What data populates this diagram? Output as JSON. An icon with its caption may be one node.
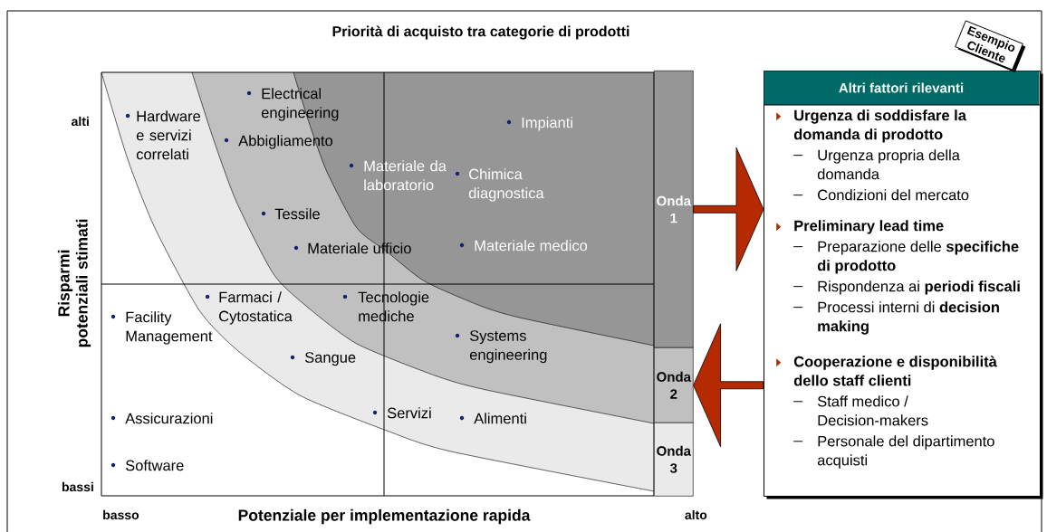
{
  "diagram": {
    "title": "Priorità di acquisto tra categorie di prodotti",
    "nodes": [
      {
        "text": [
          "Onda 1"
        ]
      },
      {
        "text": [
          "Onda 2"
        ]
      },
      {
        "text": [
          "Onda 3"
        ]
      },
      {
        "text": [
          "Altri fattori rilevanti"
        ]
      },
      {
        "text": [
          "Urgenza di soddisfare la domanda di prodotto",
          "Urgenza propria della domanda",
          "Condizioni del mercato"
        ],
        "in": 3
      },
      {
        "text": [
          "Preliminary lead time",
          "Preparazione delle **specifiche di prodotto**",
          "Rispondenza ai **periodi fiscali**",
          "Processi interni di **decision making**"
        ],
        "in": 3
      },
      {
        "text": [
          "Cooperazione e disponibilità dello staff clienti",
          "Staff medico / Decision-makers",
          "Personale del dipartimento acquisti"
        ],
        "in": 3
      }
    ],
    "edges": [
      {
        "from": 0,
        "to": 3,
        "arrow": "to"
      },
      {
        "from": 3,
        "to": 1,
        "arrow": "to"
      }
    ],
    "labels": [
      "Esempio Cliente",
      "Risparmi potenziali stimati",
      "alti",
      "Electrical engineering",
      "Hardware e servizi correlati",
      "Abbigliamento",
      "Impianti",
      "Materiale da laboratorio",
      "Chimica diagnostica",
      "Tessile",
      "Materiale ufficio",
      "Materiale medico",
      "Tecnologie mediche",
      "Farmaci / Cytostatica",
      "Facility Management",
      "Systems engineering",
      "Sangue",
      "Servizi",
      "Alimenti",
      "Assicurazioni",
      "Software",
      "bassi",
      "basso",
      "Potenziale per implementazione rapida",
      "alto"
    ]
  }
}
